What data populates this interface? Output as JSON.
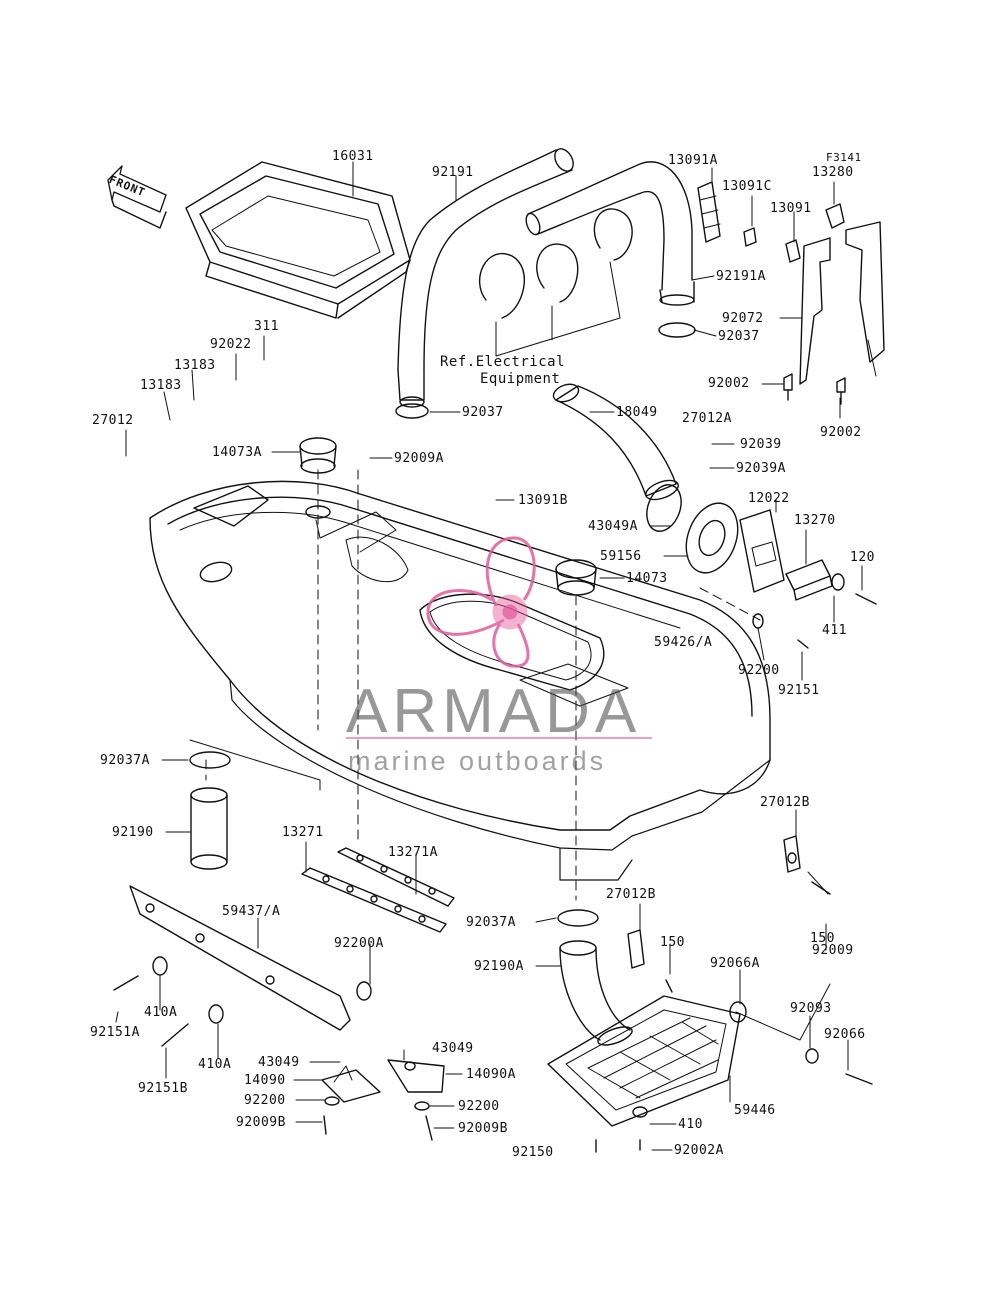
{
  "diagram": {
    "figure_code": "F3141",
    "front_label": "FRONT",
    "reference_note": [
      "Ref.Electrical",
      "Equipment"
    ],
    "watermark": {
      "name": "ARMADA",
      "tagline": "marine outboards",
      "accent": "#e25a9b"
    },
    "labels": [
      {
        "id": "p16031",
        "text": "16031"
      },
      {
        "id": "p92191",
        "text": "92191"
      },
      {
        "id": "p13091A",
        "text": "13091A"
      },
      {
        "id": "p13091C",
        "text": "13091C"
      },
      {
        "id": "p13280",
        "text": "13280"
      },
      {
        "id": "p13091",
        "text": "13091"
      },
      {
        "id": "p92191A",
        "text": "92191A"
      },
      {
        "id": "p92072",
        "text": "92072"
      },
      {
        "id": "p92037a",
        "text": "92037"
      },
      {
        "id": "p311",
        "text": "311"
      },
      {
        "id": "p92022",
        "text": "92022"
      },
      {
        "id": "p13183a",
        "text": "13183"
      },
      {
        "id": "p13183b",
        "text": "13183"
      },
      {
        "id": "p92002a",
        "text": "92002"
      },
      {
        "id": "p92002b",
        "text": "92002"
      },
      {
        "id": "p27012",
        "text": "27012"
      },
      {
        "id": "p92037b",
        "text": "92037"
      },
      {
        "id": "p18049",
        "text": "18049"
      },
      {
        "id": "p27012A",
        "text": "27012A"
      },
      {
        "id": "p14073A",
        "text": "14073A"
      },
      {
        "id": "p92009A",
        "text": "92009A"
      },
      {
        "id": "p92039",
        "text": "92039"
      },
      {
        "id": "p92039A",
        "text": "92039A"
      },
      {
        "id": "p13091B",
        "text": "13091B"
      },
      {
        "id": "p12022",
        "text": "12022"
      },
      {
        "id": "p13270",
        "text": "13270"
      },
      {
        "id": "p43049A",
        "text": "43049A"
      },
      {
        "id": "p120",
        "text": "120"
      },
      {
        "id": "p59156",
        "text": "59156"
      },
      {
        "id": "p14073",
        "text": "14073"
      },
      {
        "id": "p411",
        "text": "411"
      },
      {
        "id": "p59426A",
        "text": "59426/A"
      },
      {
        "id": "p92200a",
        "text": "92200"
      },
      {
        "id": "p92151",
        "text": "92151"
      },
      {
        "id": "p92037A",
        "text": "92037A"
      },
      {
        "id": "p27012B",
        "text": "27012B"
      },
      {
        "id": "p92190",
        "text": "92190"
      },
      {
        "id": "p13271",
        "text": "13271"
      },
      {
        "id": "p13271A",
        "text": "13271A"
      },
      {
        "id": "p59437A",
        "text": "59437/A"
      },
      {
        "id": "p27012B2",
        "text": "27012B"
      },
      {
        "id": "p92037A2",
        "text": "92037A"
      },
      {
        "id": "p150a",
        "text": "150"
      },
      {
        "id": "p150b",
        "text": "150"
      },
      {
        "id": "p92009",
        "text": "92009"
      },
      {
        "id": "p92200A",
        "text": "92200A"
      },
      {
        "id": "p92190A",
        "text": "92190A"
      },
      {
        "id": "p92066A",
        "text": "92066A"
      },
      {
        "id": "p410A1",
        "text": "410A"
      },
      {
        "id": "p92093",
        "text": "92093"
      },
      {
        "id": "p92151A",
        "text": "92151A"
      },
      {
        "id": "p92066",
        "text": "92066"
      },
      {
        "id": "p410A2",
        "text": "410A"
      },
      {
        "id": "p43049a",
        "text": "43049"
      },
      {
        "id": "p43049b",
        "text": "43049"
      },
      {
        "id": "p14090",
        "text": "14090"
      },
      {
        "id": "p14090A",
        "text": "14090A"
      },
      {
        "id": "p92151B",
        "text": "92151B"
      },
      {
        "id": "p92200b",
        "text": "92200"
      },
      {
        "id": "p92200c",
        "text": "92200"
      },
      {
        "id": "p59446",
        "text": "59446"
      },
      {
        "id": "p92009B",
        "text": "92009B"
      },
      {
        "id": "p92009B2",
        "text": "92009B"
      },
      {
        "id": "p410",
        "text": "410"
      },
      {
        "id": "p92150",
        "text": "92150"
      },
      {
        "id": "p92002A",
        "text": "92002A"
      }
    ]
  }
}
